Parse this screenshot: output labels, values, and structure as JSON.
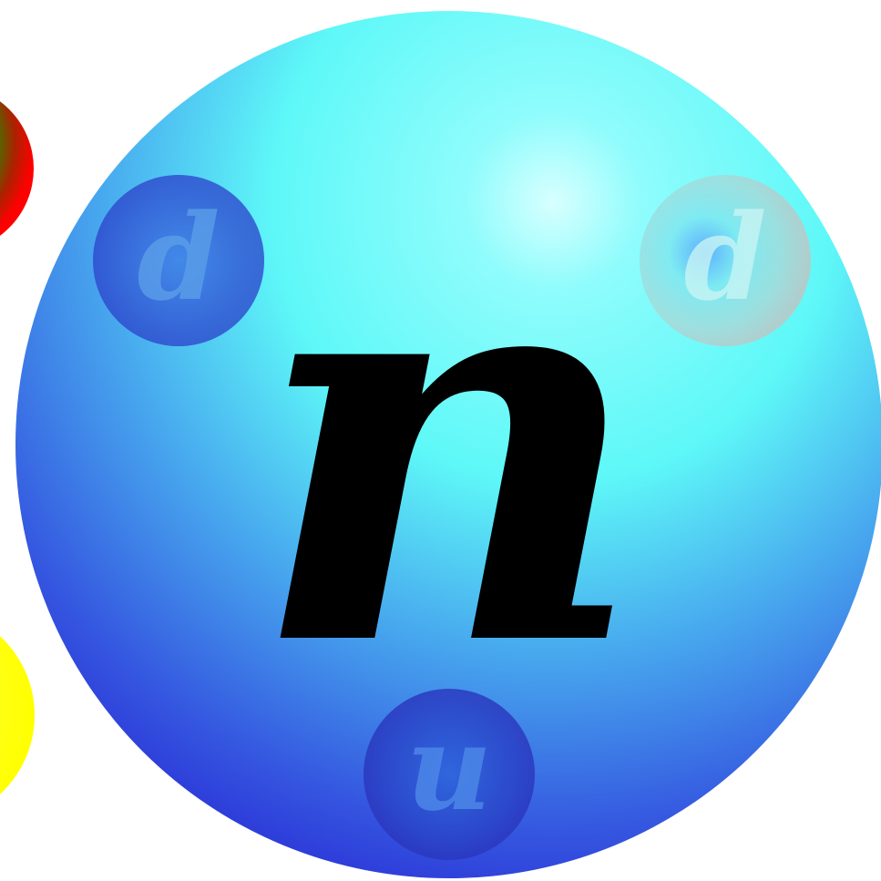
{
  "particle": {
    "symbol": "n",
    "colors": {
      "highlight": "#d8ffff",
      "mid": "#5ef8f8",
      "edge": "#2a2ed6"
    }
  },
  "quarks": [
    {
      "symbol": "d",
      "colors": {
        "core": "#3a78e0",
        "edge": "#2a3cc8"
      }
    },
    {
      "symbol": "d",
      "colors": {
        "core": "#7ee8f0",
        "edge": "#b8c8c8"
      }
    },
    {
      "symbol": "u",
      "colors": {
        "core": "#2e60d8",
        "edge": "#2a30b8"
      }
    }
  ],
  "neighbors": [
    {
      "name": "partial-sphere-rgb",
      "colors": [
        "#1010ff",
        "#00aa00",
        "#ff0000"
      ]
    },
    {
      "name": "partial-sphere-yellow",
      "colors": [
        "#ffff00",
        "#ffff55"
      ]
    }
  ]
}
